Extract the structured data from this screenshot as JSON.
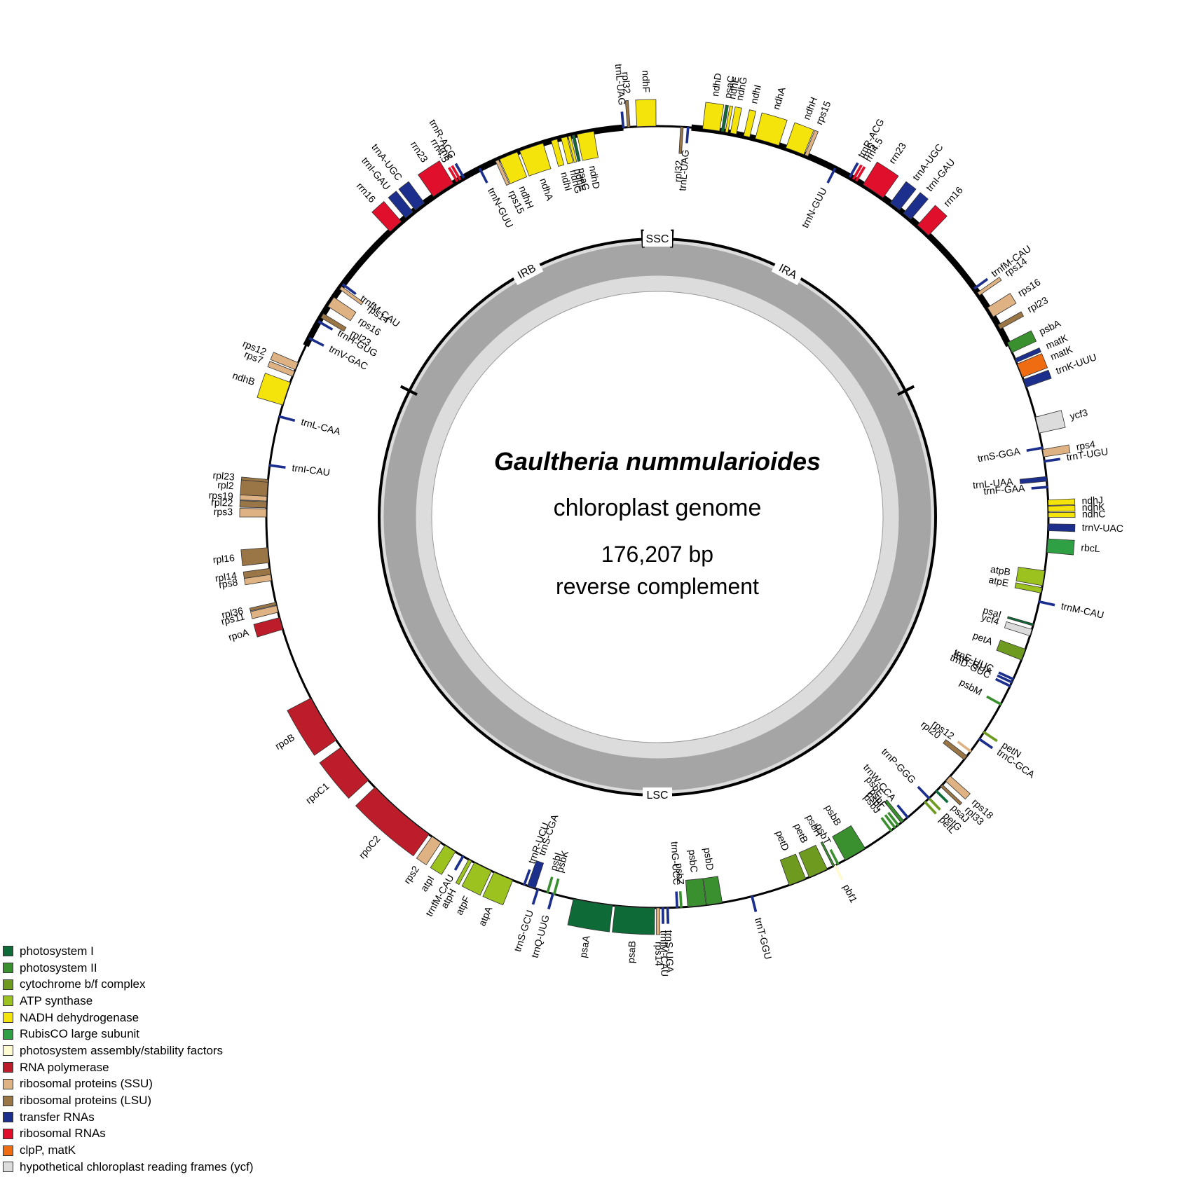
{
  "title": {
    "species": "Gaultheria nummularioides",
    "line2": "chloroplast genome",
    "length": "176,207 bp",
    "line4": "reverse complement"
  },
  "regions": {
    "ssc": "SSC",
    "lsc": "LSC",
    "ira": "IRA",
    "irb": "IRB"
  },
  "colors": {
    "photosystem_I": "#0e6b38",
    "photosystem_II": "#3a8f2f",
    "cytochrome": "#6d9a1f",
    "atp": "#9cc21f",
    "ndh": "#f4e40c",
    "rubisco": "#2fa043",
    "assembly": "#fffbd0",
    "rna_pol": "#bd1c2a",
    "ssu": "#deb282",
    "lsu": "#9a7647",
    "trna": "#1c2f8c",
    "rrna": "#e0102c",
    "clpp_matk": "#ef6c12",
    "ycf": "#dcdcdc"
  },
  "legend": [
    {
      "label": "photosystem I",
      "color": "#0e6b38"
    },
    {
      "label": "photosystem II",
      "color": "#3a8f2f"
    },
    {
      "label": "cytochrome b/f complex",
      "color": "#6d9a1f"
    },
    {
      "label": "ATP synthase",
      "color": "#9cc21f"
    },
    {
      "label": "NADH dehydrogenase",
      "color": "#f4e40c"
    },
    {
      "label": "RubisCO large subunit",
      "color": "#2fa043"
    },
    {
      "label": "photosystem assembly/stability factors",
      "color": "#fffbd0"
    },
    {
      "label": "RNA polymerase",
      "color": "#bd1c2a"
    },
    {
      "label": "ribosomal proteins (SSU)",
      "color": "#deb282"
    },
    {
      "label": "ribosomal proteins (LSU)",
      "color": "#9a7647"
    },
    {
      "label": "transfer RNAs",
      "color": "#1c2f8c"
    },
    {
      "label": "ribosomal RNAs",
      "color": "#e0102c"
    },
    {
      "label": "clpP, matK",
      "color": "#ef6c12"
    },
    {
      "label": "hypothetical chloroplast reading frames (ycf)",
      "color": "#dcdcdc"
    }
  ],
  "genes": [
    {
      "name": "ndhF",
      "angle": -1.6,
      "width": 2.8,
      "strand": "out",
      "group": "ndh"
    },
    {
      "name": "rpl32",
      "angle": -4.2,
      "width": 0.4,
      "strand": "out",
      "group": "lsu"
    },
    {
      "name": "trnL-UAG",
      "angle": -5.0,
      "width": 0.2,
      "strand": "out",
      "group": "trna"
    },
    {
      "name": "ndhD",
      "angle": 7.9,
      "width": 2.5,
      "strand": "out",
      "group": "ndh"
    },
    {
      "name": "psaC",
      "angle": 9.6,
      "width": 0.4,
      "strand": "out",
      "group": "photosystem_I"
    },
    {
      "name": "ndhE",
      "angle": 10.2,
      "width": 0.4,
      "strand": "out",
      "group": "ndh"
    },
    {
      "name": "ndhG",
      "angle": 11.2,
      "width": 0.9,
      "strand": "out",
      "group": "ndh"
    },
    {
      "name": "ndhI",
      "angle": 13.2,
      "width": 0.9,
      "strand": "out",
      "group": "ndh"
    },
    {
      "name": "ndhA",
      "angle": 16.3,
      "width": 3.6,
      "strand": "out",
      "group": "ndh"
    },
    {
      "name": "ndhH",
      "angle": 20.6,
      "width": 2.8,
      "strand": "out",
      "group": "ndh"
    },
    {
      "name": "rps15",
      "angle": 22.4,
      "width": 0.5,
      "strand": "out",
      "group": "ssu"
    },
    {
      "name": "rpl32",
      "angle": 3.6,
      "width": 0.4,
      "strand": "in",
      "group": "lsu"
    },
    {
      "name": "trnL-UAG",
      "angle": 4.5,
      "width": 0.2,
      "strand": "in",
      "group": "trna"
    },
    {
      "name": "trnN-GUU",
      "angle": 27.0,
      "width": 0.2,
      "strand": "in",
      "group": "trna"
    },
    {
      "name": "trnR-ACG",
      "angle": 29.5,
      "width": 0.2,
      "strand": "out",
      "group": "trna"
    },
    {
      "name": "rrn5",
      "angle": 30.1,
      "width": 0.2,
      "strand": "out",
      "group": "rrna"
    },
    {
      "name": "rrn4.5",
      "angle": 30.6,
      "width": 0.2,
      "strand": "out",
      "group": "rrna"
    },
    {
      "name": "rrn23",
      "angle": 33.5,
      "width": 3.5,
      "strand": "out",
      "group": "rrna"
    },
    {
      "name": "trnA-UGC",
      "angle": 37.4,
      "width": 1.7,
      "strand": "out",
      "group": "trna"
    },
    {
      "name": "trnI-GAU",
      "angle": 39.7,
      "width": 1.4,
      "strand": "out",
      "group": "trna"
    },
    {
      "name": "rrn16",
      "angle": 42.8,
      "width": 2.2,
      "strand": "out",
      "group": "rrna"
    },
    {
      "name": "trnfM-CAU",
      "angle": 54.2,
      "width": 0.2,
      "strand": "out",
      "group": "trna"
    },
    {
      "name": "rps14",
      "angle": 55.2,
      "width": 0.5,
      "strand": "out",
      "group": "ssu"
    },
    {
      "name": "rps16",
      "angle": 58.4,
      "width": 1.6,
      "strand": "out",
      "group": "ssu"
    },
    {
      "name": "rpl23",
      "angle": 60.9,
      "width": 0.7,
      "strand": "out",
      "group": "lsu"
    },
    {
      "name": "psbA",
      "angle": 64.3,
      "width": 1.6,
      "strand": "out",
      "group": "photosystem_II"
    },
    {
      "name": "matK",
      "angle": 66.4,
      "width": 0.6,
      "strand": "out",
      "group": "trna"
    },
    {
      "name": "matK",
      "angle": 68.0,
      "width": 2.1,
      "strand": "out",
      "group": "clpp_matk"
    },
    {
      "name": "trnK-UUU",
      "angle": 70.0,
      "width": 1.2,
      "strand": "out",
      "group": "trna"
    },
    {
      "name": "ycf3",
      "angle": 76.4,
      "width": 2.4,
      "strand": "out",
      "group": "ycf"
    },
    {
      "name": "trnS-GGA",
      "angle": 79.8,
      "width": 0.2,
      "strand": "in",
      "group": "trna"
    },
    {
      "name": "rps4",
      "angle": 80.6,
      "width": 1.1,
      "strand": "out",
      "group": "ssu"
    },
    {
      "name": "trnT-UGU",
      "angle": 81.8,
      "width": 0.2,
      "strand": "out",
      "group": "trna"
    },
    {
      "name": "trnL-UAA",
      "angle": 84.4,
      "width": 0.7,
      "strand": "in",
      "group": "trna"
    },
    {
      "name": "trnF-GAA",
      "angle": 85.6,
      "width": 0.2,
      "strand": "in",
      "group": "trna"
    },
    {
      "name": "ndhJ",
      "angle": 87.9,
      "width": 0.8,
      "strand": "out",
      "group": "ndh"
    },
    {
      "name": "ndhK",
      "angle": 88.8,
      "width": 0.8,
      "strand": "out",
      "group": "ndh"
    },
    {
      "name": "ndhC",
      "angle": 89.7,
      "width": 0.7,
      "strand": "out",
      "group": "ndh"
    },
    {
      "name": "trnV-UAC",
      "angle": 91.5,
      "width": 1.0,
      "strand": "out",
      "group": "trna"
    },
    {
      "name": "rbcL",
      "angle": 94.2,
      "width": 2.0,
      "strand": "out",
      "group": "rubisco"
    },
    {
      "name": "atpB",
      "angle": 99.0,
      "width": 2.2,
      "strand": "in",
      "group": "atp"
    },
    {
      "name": "atpE",
      "angle": 100.8,
      "width": 0.8,
      "strand": "in",
      "group": "atp"
    },
    {
      "name": "trnM-CAU",
      "angle": 102.5,
      "width": 0.2,
      "strand": "out",
      "group": "trna"
    },
    {
      "name": "psaI",
      "angle": 106.0,
      "width": 0.3,
      "strand": "in",
      "group": "photosystem_I"
    },
    {
      "name": "ycf4",
      "angle": 107.2,
      "width": 1.0,
      "strand": "in",
      "group": "ycf"
    },
    {
      "name": "petA",
      "angle": 110.6,
      "width": 1.7,
      "strand": "in",
      "group": "cytochrome"
    },
    {
      "name": "trnE-UUC",
      "angle": 114.5,
      "width": 0.2,
      "strand": "in",
      "group": "trna"
    },
    {
      "name": "trnY-GUA",
      "angle": 115.0,
      "width": 0.2,
      "strand": "in",
      "group": "trna"
    },
    {
      "name": "trnD-GUC",
      "angle": 115.6,
      "width": 0.2,
      "strand": "in",
      "group": "trna"
    },
    {
      "name": "psbM",
      "angle": 118.6,
      "width": 0.2,
      "strand": "in",
      "group": "photosystem_II"
    },
    {
      "name": "petN",
      "angle": 123.4,
      "width": 0.2,
      "strand": "out",
      "group": "cytochrome"
    },
    {
      "name": "trnC-GCA",
      "angle": 124.6,
      "width": 0.2,
      "strand": "out",
      "group": "trna"
    },
    {
      "name": "rps12",
      "angle": 126.8,
      "width": 0.2,
      "strand": "in",
      "group": "ssu"
    },
    {
      "name": "rpl20",
      "angle": 128.0,
      "width": 0.7,
      "strand": "in",
      "group": "lsu"
    },
    {
      "name": "rps18",
      "angle": 132.0,
      "width": 1.0,
      "strand": "out",
      "group": "ssu"
    },
    {
      "name": "rpl33",
      "angle": 133.4,
      "width": 0.4,
      "strand": "out",
      "group": "lsu"
    },
    {
      "name": "psaJ",
      "angle": 134.5,
      "width": 0.2,
      "strand": "out",
      "group": "photosystem_I"
    },
    {
      "name": "petG",
      "angle": 136.0,
      "width": 0.2,
      "strand": "out",
      "group": "cytochrome"
    },
    {
      "name": "petL",
      "angle": 136.8,
      "width": 0.2,
      "strand": "out",
      "group": "cytochrome"
    },
    {
      "name": "trnP-GGG",
      "angle": 136.0,
      "width": 0.2,
      "strand": "in",
      "group": "trna"
    },
    {
      "name": "trnW-CCA",
      "angle": 140.2,
      "width": 0.2,
      "strand": "in",
      "group": "trna"
    },
    {
      "name": "psbE",
      "angle": 141.2,
      "width": 0.5,
      "strand": "in",
      "group": "photosystem_II"
    },
    {
      "name": "psbF",
      "angle": 142.0,
      "width": 0.2,
      "strand": "in",
      "group": "photosystem_II"
    },
    {
      "name": "psbL",
      "angle": 142.6,
      "width": 0.2,
      "strand": "in",
      "group": "photosystem_II"
    },
    {
      "name": "psbJ",
      "angle": 143.3,
      "width": 0.2,
      "strand": "in",
      "group": "photosystem_II"
    },
    {
      "name": "pbf1",
      "angle": 153.0,
      "width": 0.2,
      "strand": "out",
      "group": "assembly"
    },
    {
      "name": "psbB",
      "angle": 149.6,
      "width": 3.4,
      "strand": "in",
      "group": "photosystem_II"
    },
    {
      "name": "psbT",
      "angle": 152.5,
      "width": 0.2,
      "strand": "in",
      "group": "photosystem_II"
    },
    {
      "name": "psbH",
      "angle": 153.2,
      "width": 0.3,
      "strand": "in",
      "group": "photosystem_II"
    },
    {
      "name": "petB",
      "angle": 155.7,
      "width": 2.9,
      "strand": "in",
      "group": "cytochrome"
    },
    {
      "name": "petD",
      "angle": 159.0,
      "width": 2.6,
      "strand": "in",
      "group": "cytochrome"
    },
    {
      "name": "trnT-GGU",
      "angle": 166.0,
      "width": 0.2,
      "strand": "out",
      "group": "trna"
    },
    {
      "name": "psbD",
      "angle": 171.6,
      "width": 2.3,
      "strand": "in",
      "group": "photosystem_II"
    },
    {
      "name": "psbC",
      "angle": 174.2,
      "width": 2.7,
      "strand": "in",
      "group": "photosystem_II"
    },
    {
      "name": "psbZ",
      "angle": 176.5,
      "width": 0.2,
      "strand": "in",
      "group": "photosystem_II"
    },
    {
      "name": "trnG-UCC",
      "angle": 177.1,
      "width": 0.2,
      "strand": "in",
      "group": "trna"
    },
    {
      "name": "trnS-UGA",
      "angle": 178.5,
      "width": 0.2,
      "strand": "out",
      "group": "trna"
    },
    {
      "name": "trnfM-CAU",
      "angle": 179.2,
      "width": 0.2,
      "strand": "out",
      "group": "trna"
    },
    {
      "name": "rps14",
      "angle": 179.9,
      "width": 0.5,
      "strand": "out",
      "group": "ssu"
    },
    {
      "name": "psaB",
      "angle": 183.3,
      "width": 5.8,
      "strand": "out",
      "group": "photosystem_I"
    },
    {
      "name": "psaA",
      "angle": 189.5,
      "width": 5.8,
      "strand": "out",
      "group": "photosystem_I"
    },
    {
      "name": "trnQ-UUG",
      "angle": 195.5,
      "width": 0.2,
      "strand": "out",
      "group": "trna"
    },
    {
      "name": "trnS-GCU",
      "angle": 197.8,
      "width": 0.2,
      "strand": "out",
      "group": "trna"
    },
    {
      "name": "psbK",
      "angle": 195.3,
      "width": 0.2,
      "strand": "in",
      "group": "photosystem_II"
    },
    {
      "name": "psbI",
      "angle": 196.3,
      "width": 0.2,
      "strand": "in",
      "group": "photosystem_II"
    },
    {
      "name": "trnS-CGA",
      "angle": 198.8,
      "width": 1.2,
      "strand": "in",
      "group": "trna"
    },
    {
      "name": "trnR-UCU",
      "angle": 199.9,
      "width": 0.2,
      "strand": "in",
      "group": "trna"
    },
    {
      "name": "atpA",
      "angle": 203.2,
      "width": 3.0,
      "strand": "out",
      "group": "atp"
    },
    {
      "name": "atpF",
      "angle": 206.5,
      "width": 2.8,
      "strand": "out",
      "group": "atp"
    },
    {
      "name": "atpH",
      "angle": 208.6,
      "width": 0.5,
      "strand": "out",
      "group": "atp"
    },
    {
      "name": "trnfM-CAU",
      "angle": 209.8,
      "width": 0.2,
      "strand": "out",
      "group": "trna"
    },
    {
      "name": "atpI",
      "angle": 212.0,
      "width": 1.8,
      "strand": "out",
      "group": "atp"
    },
    {
      "name": "rps2",
      "angle": 214.4,
      "width": 1.6,
      "strand": "out",
      "group": "ssu"
    },
    {
      "name": "rpoC2",
      "angle": 221.0,
      "width": 10.5,
      "strand": "out",
      "group": "rna_pol"
    },
    {
      "name": "rpoC1",
      "angle": 230.8,
      "width": 6.3,
      "strand": "out",
      "group": "rna_pol"
    },
    {
      "name": "rpoB",
      "angle": 238.8,
      "width": 7.2,
      "strand": "out",
      "group": "rna_pol"
    },
    {
      "name": "rpoA",
      "angle": 254.2,
      "width": 1.8,
      "strand": "out",
      "group": "rna_pol"
    },
    {
      "name": "rps11",
      "angle": 256.4,
      "width": 1.0,
      "strand": "out",
      "group": "ssu"
    },
    {
      "name": "rpl36",
      "angle": 257.2,
      "width": 0.4,
      "strand": "out",
      "group": "lsu"
    },
    {
      "name": "rps8",
      "angle": 261.1,
      "width": 0.9,
      "strand": "out",
      "group": "ssu"
    },
    {
      "name": "rpl14",
      "angle": 262.0,
      "width": 0.9,
      "strand": "out",
      "group": "lsu"
    },
    {
      "name": "rpl16",
      "angle": 264.4,
      "width": 2.2,
      "strand": "out",
      "group": "lsu"
    },
    {
      "name": "rps3",
      "angle": 270.6,
      "width": 1.2,
      "strand": "out",
      "group": "ssu"
    },
    {
      "name": "rpl22",
      "angle": 271.8,
      "width": 0.9,
      "strand": "out",
      "group": "lsu"
    },
    {
      "name": "rps19",
      "angle": 272.7,
      "width": 0.7,
      "strand": "out",
      "group": "ssu"
    },
    {
      "name": "rpl2",
      "angle": 274.1,
      "width": 2.1,
      "strand": "out",
      "group": "lsu"
    },
    {
      "name": "rpl23",
      "angle": 275.3,
      "width": 0.4,
      "strand": "out",
      "group": "lsu"
    },
    {
      "name": "trnI-CAU",
      "angle": 277.6,
      "width": 0.2,
      "strand": "in",
      "group": "trna"
    },
    {
      "name": "trnL-CAA",
      "angle": 284.9,
      "width": 0.2,
      "strand": "in",
      "group": "trna"
    },
    {
      "name": "ndhB",
      "angle": 288.4,
      "width": 3.5,
      "strand": "out",
      "group": "ndh"
    },
    {
      "name": "rps7",
      "angle": 291.5,
      "width": 0.8,
      "strand": "out",
      "group": "ssu"
    },
    {
      "name": "rps12",
      "angle": 292.7,
      "width": 1.1,
      "strand": "out",
      "group": "ssu"
    },
    {
      "name": "trnV-GAC",
      "angle": 297.2,
      "width": 0.2,
      "strand": "in",
      "group": "trna"
    },
    {
      "name": "trnH-GUG",
      "angle": 300.0,
      "width": 0.2,
      "strand": "in",
      "group": "trna"
    },
    {
      "name": "rpl23",
      "angle": 301.0,
      "width": 0.7,
      "strand": "in",
      "group": "lsu"
    },
    {
      "name": "rps16",
      "angle": 303.4,
      "width": 1.6,
      "strand": "in",
      "group": "ssu"
    },
    {
      "name": "rps14",
      "angle": 305.9,
      "width": 0.5,
      "strand": "in",
      "group": "ssu"
    },
    {
      "name": "trnfM-CAU",
      "angle": 306.5,
      "width": 0.2,
      "strand": "in",
      "group": "trna"
    },
    {
      "name": "rrn16",
      "angle": 318.0,
      "width": 2.2,
      "strand": "out",
      "group": "rrna"
    },
    {
      "name": "trnI-GAU",
      "angle": 320.6,
      "width": 1.4,
      "strand": "out",
      "group": "trna"
    },
    {
      "name": "trnA-UGC",
      "angle": 322.6,
      "width": 1.7,
      "strand": "out",
      "group": "trna"
    },
    {
      "name": "rrn23",
      "angle": 326.8,
      "width": 3.5,
      "strand": "out",
      "group": "rrna"
    },
    {
      "name": "rrn4.5",
      "angle": 329.2,
      "width": 0.2,
      "strand": "out",
      "group": "rrna"
    },
    {
      "name": "rrn5",
      "angle": 329.7,
      "width": 0.2,
      "strand": "out",
      "group": "rrna"
    },
    {
      "name": "trnR-ACG",
      "angle": 330.3,
      "width": 0.2,
      "strand": "out",
      "group": "trna"
    },
    {
      "name": "trnN-GUU",
      "angle": 333.0,
      "width": 0.2,
      "strand": "in",
      "group": "trna"
    },
    {
      "name": "ndhH",
      "angle": 337.6,
      "width": 2.8,
      "strand": "in",
      "group": "ndh"
    },
    {
      "name": "rps15",
      "angle": 335.8,
      "width": 0.5,
      "strand": "in",
      "group": "ssu"
    },
    {
      "name": "ndhA",
      "angle": 341.2,
      "width": 3.6,
      "strand": "in",
      "group": "ndh"
    },
    {
      "name": "ndhI",
      "angle": 344.7,
      "width": 0.9,
      "strand": "in",
      "group": "ndh"
    },
    {
      "name": "ndhG",
      "angle": 346.2,
      "width": 0.9,
      "strand": "in",
      "group": "ndh"
    },
    {
      "name": "ndhE",
      "angle": 347.0,
      "width": 0.4,
      "strand": "in",
      "group": "ndh"
    },
    {
      "name": "psaC",
      "angle": 347.6,
      "width": 0.4,
      "strand": "in",
      "group": "photosystem_I"
    },
    {
      "name": "ndhD",
      "angle": 349.4,
      "width": 2.5,
      "strand": "in",
      "group": "ndh"
    }
  ],
  "ir_arcs": [
    {
      "name": "IRA",
      "from": 5.0,
      "to": 64.0
    },
    {
      "name": "IRB",
      "from": 296.0,
      "to": 355.0
    }
  ]
}
